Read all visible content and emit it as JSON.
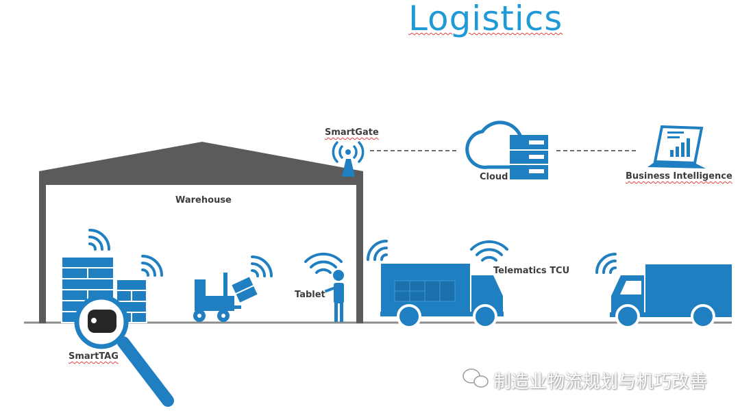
{
  "title": "Logistics",
  "labels": {
    "smartgate": "SmartGate",
    "cloud": "Cloud",
    "business_intelligence": "Business Intelligence",
    "warehouse": "Warehouse",
    "tablet": "Tablet",
    "telematics": "Telematics TCU",
    "smarttag": "SmartTAG"
  },
  "watermark": "制造业物流规划与机巧改善",
  "colors": {
    "accent": "#1f7fc1",
    "title": "#1f9ad6",
    "building": "#5b5b5b"
  }
}
